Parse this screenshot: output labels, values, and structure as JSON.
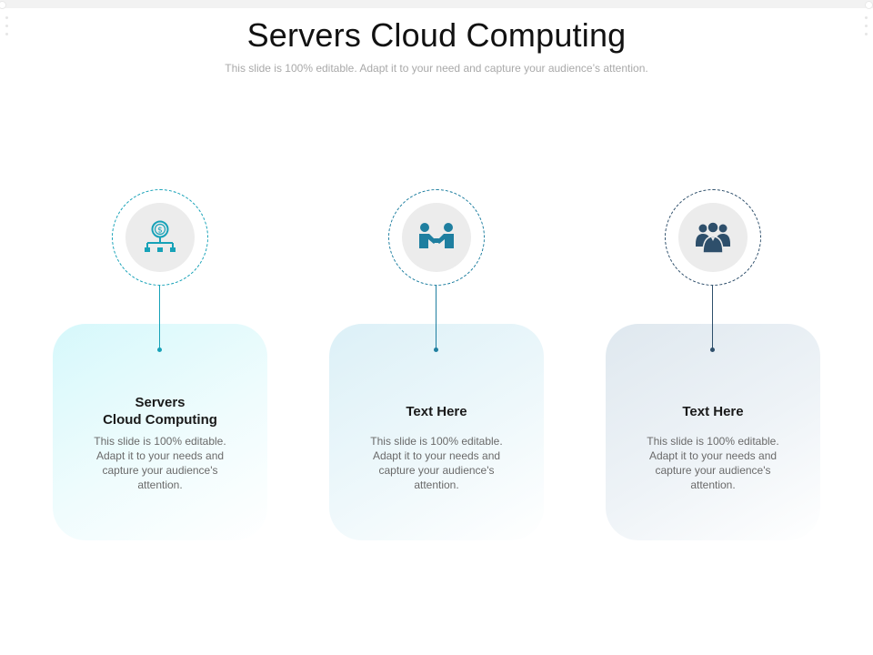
{
  "slide": {
    "title": "Servers Cloud Computing",
    "subtitle": "This slide is 100% editable. Adapt it to your need and capture your audience’s attention."
  },
  "cards": [
    {
      "title_line1": "Servers",
      "title_line2": "Cloud Computing",
      "body": "This slide is 100% editable. Adapt it to your needs and capture your audience's attention.",
      "icon": "dollar-network-icon",
      "accent": "#17a2b8"
    },
    {
      "title_line1": "Text Here",
      "title_line2": "",
      "body": "This slide is 100% editable. Adapt it to your needs and capture your audience's attention.",
      "icon": "handshake-people-icon",
      "accent": "#1f7fa0"
    },
    {
      "title_line1": "Text Here",
      "title_line2": "",
      "body": "This slide is 100% editable. Adapt it to your needs and capture your audience's attention.",
      "icon": "team-group-icon",
      "accent": "#2e4f6b"
    }
  ]
}
